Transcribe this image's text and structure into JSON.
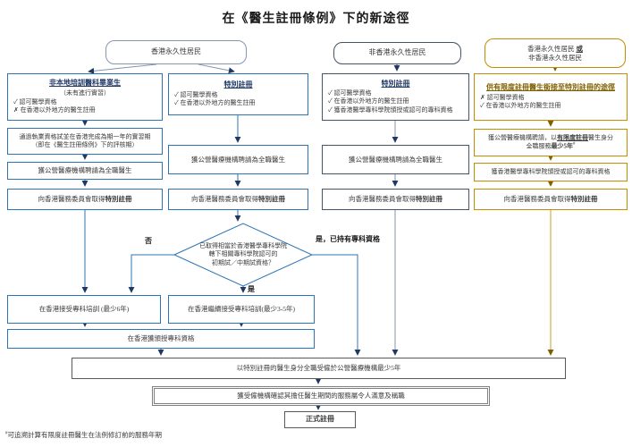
{
  "title": "在《醫生註冊條例》下的新途徑",
  "headers": {
    "hk": "香港永久性居民",
    "non_hk": "非香港永久性居民",
    "both_prefix": "香港永久性居民 ",
    "both_or": "或",
    "both_line2": "非香港永久性居民"
  },
  "col1": {
    "box1_title": "非本地培訓醫科畢業生",
    "box1_sub": "（未有進行實習）",
    "box1_item1": "✓ 認可醫學資格",
    "box1_item2": "✗ 在香港以外地方的醫生註冊",
    "box2_line1": "通過執業資格試並在香港完成為期一年的實習期",
    "box2_line2": "（即在《醫生註冊條例》下的評核期）",
    "box3": "獲公營醫療機構聘請為全職醫生",
    "box4_prefix": "向香港醫務委員會取得",
    "box4_bold": "特別註冊"
  },
  "col2": {
    "box1_title": "特別註冊",
    "box1_item1": "✓ 認可醫學資格",
    "box1_item2": "✓ 在香港以外地方的醫生註冊",
    "box2": "獲公營醫療機構聘請為全職醫生",
    "box3_prefix": "向香港醫務委員會取得",
    "box3_bold": "特別註冊"
  },
  "col3": {
    "box1_title": "特別註冊",
    "box1_item1": "✓ 認可醫學資格",
    "box1_item2": "✓ 在香港以外地方的醫生註冊",
    "box1_item3": "✓ 獲香港醫學專科學院頒授或認可的專科資格",
    "box2": "獲公營醫療機構聘請為全職醫生",
    "box3_prefix": "向香港醫務委員會取得",
    "box3_bold": "特別註冊"
  },
  "col4": {
    "box1_title": "供有限度註冊醫生銜接至特別註冊的途徑",
    "box1_item1": "✗ 認可醫學資格",
    "box1_item2": "✓ 在香港以外地方的醫生註冊",
    "box2_seg1": "獲公營醫療機構聘請，以",
    "box2_seg2": "有限度註冊",
    "box2_seg3": "醫生身分",
    "box2_seg4": "全職服務",
    "box2_seg5": "最少5年",
    "box2_sup": "#",
    "box3": "獲香港醫學專科學院頒授或認可的專科資格",
    "box4_prefix": "向香港醫務委員會取得",
    "box4_bold": "特別註冊"
  },
  "decision": {
    "line1": "已取得相當於香港醫學專科學院",
    "line2": "轄下相關專科學院認可的",
    "line3": "初期試／中期試資格？",
    "no": "否",
    "yes": "是",
    "yes_specialist": "是，已持有專科資格"
  },
  "bottom": {
    "training6": "在香港接受專科培訓 (最少6年)",
    "training35": "在香港繼續接受專科培訓(最少3-5年)",
    "award": "在香港獲頒授專科資格",
    "employed5y": "以特別註冊的醫生身分全職受僱於公營醫療機構最少5年",
    "confirmation": "獲受僱機構確認其擔任醫生期間的服務屬令人滿意及稱職",
    "formal": "正式註冊"
  },
  "footnote": {
    "sup": "#",
    "text": "可追溯計算有限度註冊醫生在法例修訂前的服務年期"
  },
  "colors": {
    "blue": "#2E74B5",
    "navy": "#44546A",
    "gold": "#BF8F00"
  }
}
